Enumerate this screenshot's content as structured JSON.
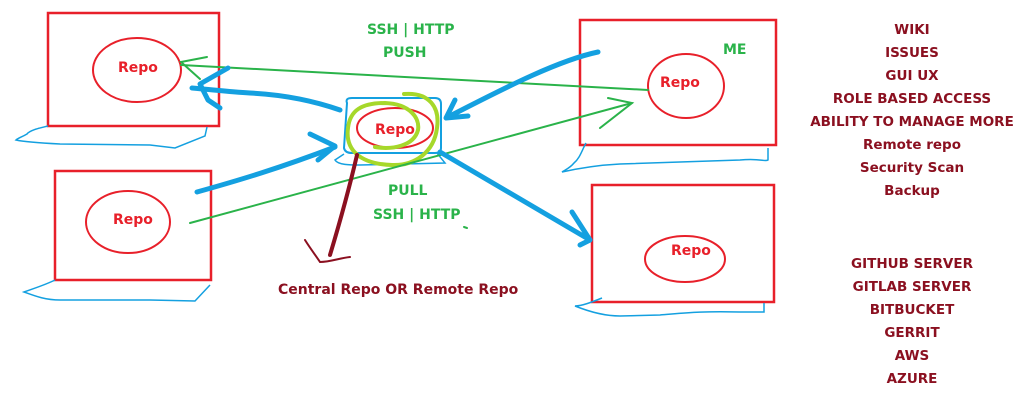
{
  "nodes": {
    "laptop_top_left": {
      "label": "Repo"
    },
    "laptop_bottom_left": {
      "label": "Repo"
    },
    "laptop_center": {
      "label": "Repo"
    },
    "laptop_top_right": {
      "label": "Repo",
      "tag": "ME"
    },
    "laptop_bottom_right": {
      "label": "Repo"
    }
  },
  "annotations": {
    "push_protocol": "SSH | HTTP",
    "push_label": "PUSH",
    "pull_label": "PULL",
    "pull_protocol": "SSH | HTTP",
    "central_caption": "Central Repo OR Remote Repo"
  },
  "features_list": [
    "WIKI",
    "ISSUES",
    "GUI UX",
    "ROLE BASED ACCESS",
    "ABILITY TO MANAGE MORE",
    "Remote repo",
    "Security Scan",
    "Backup"
  ],
  "servers_list": [
    "GITHUB SERVER",
    "GITLAB SERVER",
    "BITBUCKET",
    "GERRIT",
    "AWS",
    "AZURE"
  ],
  "colors": {
    "box": "#e8202a",
    "blue_arrow": "#14a0e0",
    "green_arrow": "#2ab34a",
    "highlight": "#a6d82a",
    "maroon": "#8b1020"
  }
}
